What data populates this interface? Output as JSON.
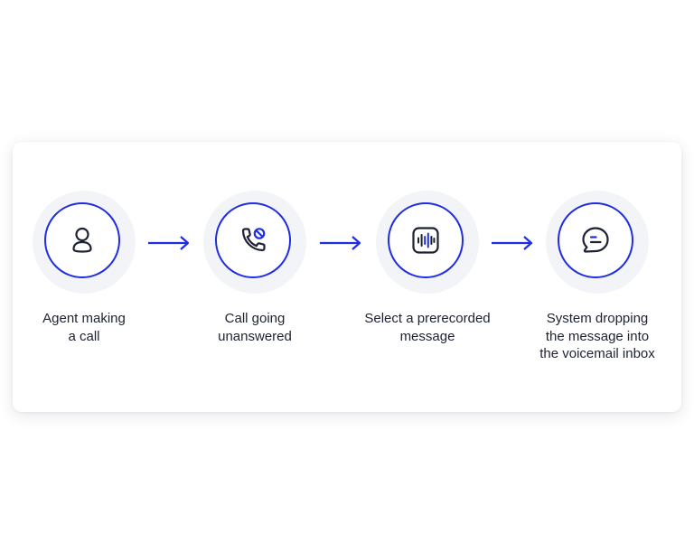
{
  "steps": [
    {
      "label": "Agent making\na call",
      "icon": "user-icon"
    },
    {
      "label": "Call going\nunanswered",
      "icon": "phone-blocked-icon"
    },
    {
      "label": "Select a prerecorded\nmessage",
      "icon": "audio-wave-icon"
    },
    {
      "label": "System dropping\nthe message into\nthe voicemail inbox",
      "icon": "chat-bubble-icon"
    }
  ],
  "colors": {
    "accent": "#1f2ee0",
    "icon": "#1d2233",
    "halo": "#f3f4f7",
    "text": "#1d2233"
  }
}
